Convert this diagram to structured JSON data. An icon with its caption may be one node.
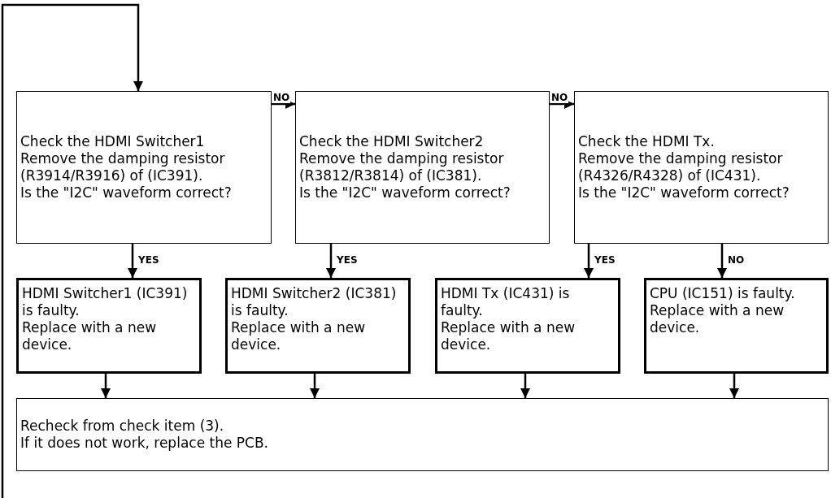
{
  "diagram": {
    "nodes": [
      {
        "text": [
          "Check the HDMI Switcher1",
          "Remove the damping resistor (R3914/R3916) of (IC391).",
          "Is the \"I2C\" waveform correct?"
        ]
      },
      {
        "text": [
          "Check the HDMI Switcher2",
          "Remove the damping resistor (R3812/R3814) of (IC381).",
          "Is the \"I2C\" waveform correct?"
        ]
      },
      {
        "text": [
          "Check the HDMI Tx.",
          "Remove the damping resistor (R4326/R4328) of (IC431).",
          "Is the \"I2C\" waveform correct?"
        ]
      },
      {
        "text": [
          "HDMI Switcher1 (IC391) is faulty.",
          "Replace with a new device."
        ]
      },
      {
        "text": [
          "HDMI Switcher2 (IC381) is faulty.",
          "Replace with a new device."
        ]
      },
      {
        "text": [
          "HDMI Tx (IC431) is faulty.",
          "Replace with a new device."
        ]
      },
      {
        "text": [
          "CPU (IC151)  is faulty.",
          "Replace with a new device."
        ]
      },
      {
        "text": [
          "Recheck from check item (3).",
          "If it does not work, replace the PCB."
        ]
      }
    ],
    "edges": [
      {
        "from": null,
        "to": 0,
        "arrow": "to"
      },
      {
        "from": 0,
        "to": 1,
        "arrow": "to",
        "label": "NO"
      },
      {
        "from": 1,
        "to": 2,
        "arrow": "to",
        "label": "NO"
      },
      {
        "from": 0,
        "to": 3,
        "arrow": "to",
        "label": "YES"
      },
      {
        "from": 1,
        "to": 4,
        "arrow": "to",
        "label": "YES"
      },
      {
        "from": 2,
        "to": 5,
        "arrow": "to",
        "label": "YES"
      },
      {
        "from": 2,
        "to": 6,
        "arrow": "to",
        "label": "NO"
      },
      {
        "from": 3,
        "to": 7,
        "arrow": "to"
      },
      {
        "from": 4,
        "to": 7,
        "arrow": "to"
      },
      {
        "from": 5,
        "to": 7,
        "arrow": "to"
      },
      {
        "from": 6,
        "to": 7,
        "arrow": "to"
      }
    ]
  }
}
